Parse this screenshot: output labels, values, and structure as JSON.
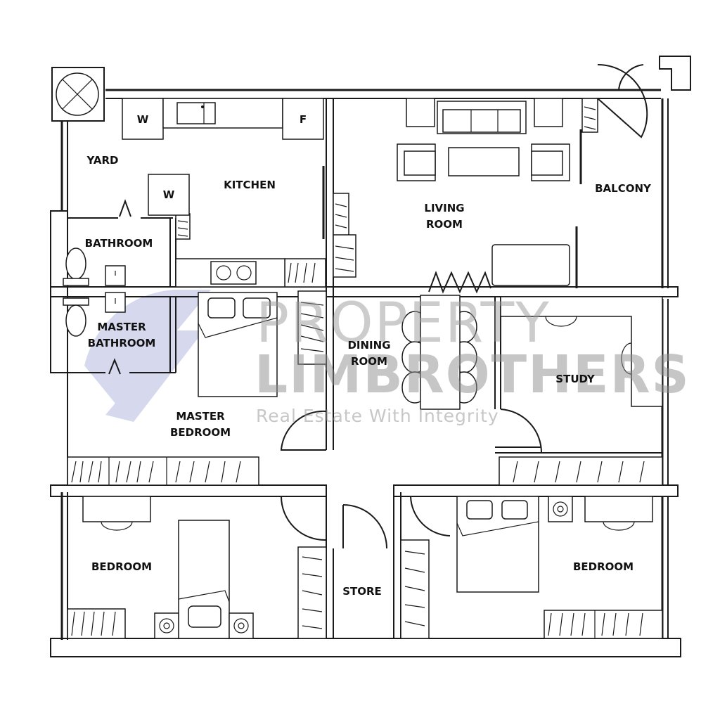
{
  "rooms": {
    "yard": "YARD",
    "kitchen": "KITCHEN",
    "living_room": [
      "LIVING",
      "ROOM"
    ],
    "balcony": "BALCONY",
    "bathroom": "BATHROOM",
    "master_bathroom": [
      "MASTER",
      "BATHROOM"
    ],
    "dining_room": [
      "DINING",
      "ROOM"
    ],
    "study": "STUDY",
    "master_bedroom": [
      "MASTER",
      "BEDROOM"
    ],
    "bedroom_left": "BEDROOM",
    "store": "STORE",
    "bedroom_right": "BEDROOM"
  },
  "fixtures": {
    "washer_kitchen": "W",
    "fridge": "F",
    "washer_yard": "W"
  },
  "watermark": {
    "line1": "PROPERTY",
    "line2": "LIMBROTHERS",
    "tagline": "Real Estate With Integrity",
    "logo_color": "#c9cde8"
  }
}
